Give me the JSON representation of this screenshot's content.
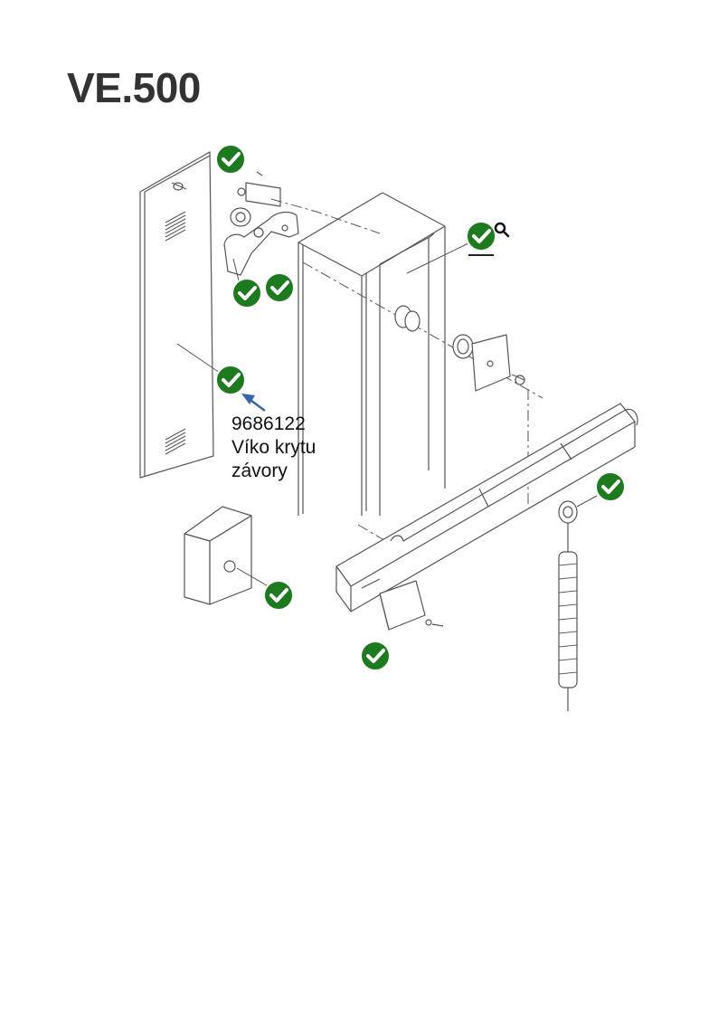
{
  "title": "VE.500",
  "callout": {
    "part_number": "9686122",
    "name_line1": "Víko krytu",
    "name_line2": "závory"
  },
  "colors": {
    "check_badge": "#1e7a1e",
    "arrow": "#3a64a8",
    "line_art": "#555555",
    "title": "#333333"
  },
  "icons": {
    "badge": "check-circle-icon",
    "zoom": "magnifier-icon",
    "pointer": "arrow-icon"
  }
}
